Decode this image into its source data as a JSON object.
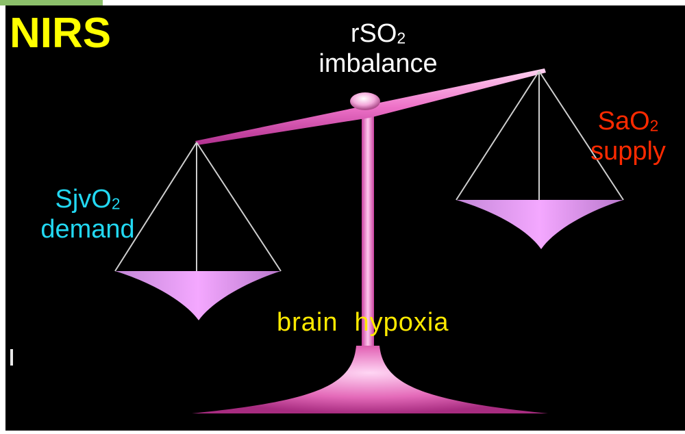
{
  "title": "NIRS",
  "center_label": {
    "main": "rSO",
    "sub": "2",
    "line2": "imbalance"
  },
  "right_label": {
    "main": "SaO",
    "sub": "2",
    "line2": "supply"
  },
  "left_label": {
    "main": "SjvO",
    "sub": "2",
    "line2": "demand"
  },
  "bottom_label": {
    "word1": "brain",
    "word2": "hypoxia"
  },
  "colors": {
    "background": "#000000",
    "title": "#ffff00",
    "center_label": "#ffffff",
    "right_label": "#ff2a00",
    "left_label": "#22d8f2",
    "bottom_label": "#ffea00",
    "scale": "#f08ad0"
  }
}
